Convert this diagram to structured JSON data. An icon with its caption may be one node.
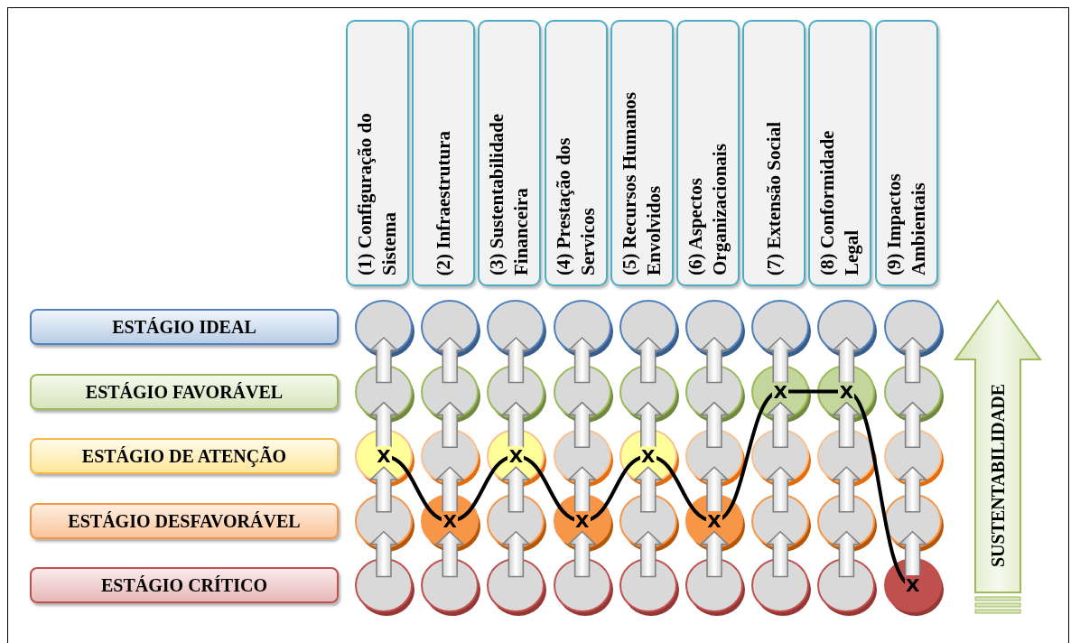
{
  "diagram": {
    "nodes": [
      {
        "text": [
          "(1) Configuração do Sistema"
        ]
      },
      {
        "text": [
          "(2) Infraestrutura"
        ]
      },
      {
        "text": [
          "(3) Sustentabilidade Financeira"
        ]
      },
      {
        "text": [
          "(4) Prestação dos Servicos"
        ]
      },
      {
        "text": [
          "(5) Recursos Humanos Envolvidos"
        ]
      },
      {
        "text": [
          "(6) Aspectos Organizacionais"
        ]
      },
      {
        "text": [
          "(7) Extensão Social"
        ]
      },
      {
        "text": [
          "(8) Conformidade Legal"
        ]
      },
      {
        "text": [
          "(9) Impactos Ambientais"
        ]
      },
      {
        "text": [
          "ESTÁGIO IDEAL"
        ]
      },
      {
        "text": [],
        "shape": "circle"
      },
      {
        "text": [],
        "shape": "circle"
      },
      {
        "text": [],
        "shape": "circle"
      },
      {
        "text": [],
        "shape": "circle"
      },
      {
        "text": [],
        "shape": "circle"
      },
      {
        "text": [],
        "shape": "circle"
      },
      {
        "text": [],
        "shape": "circle"
      },
      {
        "text": [],
        "shape": "circle"
      },
      {
        "text": [],
        "shape": "circle"
      },
      {
        "text": [
          "ESTÁGIO FAVORÁVEL"
        ]
      },
      {
        "text": [],
        "shape": "circle"
      },
      {
        "text": [],
        "shape": "circle"
      },
      {
        "text": [],
        "shape": "circle"
      },
      {
        "text": [],
        "shape": "circle"
      },
      {
        "text": [],
        "shape": "circle"
      },
      {
        "text": [],
        "shape": "circle"
      },
      {
        "text": [
          "X"
        ]
      },
      {
        "text": [
          "X"
        ]
      },
      {
        "text": [],
        "shape": "circle"
      },
      {
        "text": [
          "ESTÁGIO DE ATENÇÃO"
        ]
      },
      {
        "text": [
          "X"
        ]
      },
      {
        "text": [],
        "shape": "circle"
      },
      {
        "text": [
          "X"
        ]
      },
      {
        "text": [],
        "shape": "circle"
      },
      {
        "text": [
          "X"
        ]
      },
      {
        "text": [],
        "shape": "circle"
      },
      {
        "text": [],
        "shape": "circle"
      },
      {
        "text": [],
        "shape": "circle"
      },
      {
        "text": [],
        "shape": "circle"
      },
      {
        "text": [
          "ESTÁGIO DESFAVORÁVEL"
        ]
      },
      {
        "text": [],
        "shape": "circle"
      },
      {
        "text": [
          "X"
        ]
      },
      {
        "text": [],
        "shape": "circle"
      },
      {
        "text": [
          "X"
        ]
      },
      {
        "text": [],
        "shape": "circle"
      },
      {
        "text": [
          "X"
        ]
      },
      {
        "text": [],
        "shape": "circle"
      },
      {
        "text": [],
        "shape": "circle"
      },
      {
        "text": [],
        "shape": "circle"
      },
      {
        "text": [
          "ESTÁGIO CRÍTICO"
        ]
      },
      {
        "text": [],
        "shape": "circle"
      },
      {
        "text": [],
        "shape": "circle"
      },
      {
        "text": [],
        "shape": "circle"
      },
      {
        "text": [],
        "shape": "circle"
      },
      {
        "text": [],
        "shape": "circle"
      },
      {
        "text": [],
        "shape": "circle"
      },
      {
        "text": [],
        "shape": "circle"
      },
      {
        "text": [],
        "shape": "circle"
      },
      {
        "text": [
          "X"
        ]
      },
      {
        "text": [
          "SUSTENTABILIDADE"
        ]
      }
    ],
    "edges": [
      {
        "from": 20,
        "to": 10,
        "arrow": "to"
      },
      {
        "from": 21,
        "to": 11,
        "arrow": "to"
      },
      {
        "from": 22,
        "to": 12,
        "arrow": "to"
      },
      {
        "from": 23,
        "to": 13,
        "arrow": "to"
      },
      {
        "from": 24,
        "to": 14,
        "arrow": "to"
      },
      {
        "from": 25,
        "to": 15,
        "arrow": "to"
      },
      {
        "from": 26,
        "to": 16,
        "arrow": "to"
      },
      {
        "from": 27,
        "to": 17,
        "arrow": "to"
      },
      {
        "from": 28,
        "to": 18,
        "arrow": "to"
      },
      {
        "from": 30,
        "to": 20,
        "arrow": "to"
      },
      {
        "from": 31,
        "to": 21,
        "arrow": "to"
      },
      {
        "from": 32,
        "to": 22,
        "arrow": "to"
      },
      {
        "from": 33,
        "to": 23,
        "arrow": "to"
      },
      {
        "from": 34,
        "to": 24,
        "arrow": "to"
      },
      {
        "from": 35,
        "to": 25,
        "arrow": "to"
      },
      {
        "from": 36,
        "to": 26,
        "arrow": "to"
      },
      {
        "from": 37,
        "to": 27,
        "arrow": "to"
      },
      {
        "from": 38,
        "to": 28,
        "arrow": "to"
      },
      {
        "from": 40,
        "to": 30,
        "arrow": "to"
      },
      {
        "from": 41,
        "to": 31,
        "arrow": "to"
      },
      {
        "from": 42,
        "to": 32,
        "arrow": "to"
      },
      {
        "from": 43,
        "to": 33,
        "arrow": "to"
      },
      {
        "from": 44,
        "to": 34,
        "arrow": "to"
      },
      {
        "from": 45,
        "to": 35,
        "arrow": "to"
      },
      {
        "from": 46,
        "to": 36,
        "arrow": "to"
      },
      {
        "from": 47,
        "to": 37,
        "arrow": "to"
      },
      {
        "from": 48,
        "to": 38,
        "arrow": "to"
      },
      {
        "from": 50,
        "to": 40,
        "arrow": "to"
      },
      {
        "from": 51,
        "to": 41,
        "arrow": "to"
      },
      {
        "from": 52,
        "to": 42,
        "arrow": "to"
      },
      {
        "from": 53,
        "to": 43,
        "arrow": "to"
      },
      {
        "from": 54,
        "to": 44,
        "arrow": "to"
      },
      {
        "from": 55,
        "to": 45,
        "arrow": "to"
      },
      {
        "from": 56,
        "to": 46,
        "arrow": "to"
      },
      {
        "from": 57,
        "to": 47,
        "arrow": "to"
      },
      {
        "from": 58,
        "to": 48,
        "arrow": "to"
      },
      {
        "from": 30,
        "to": 41,
        "arrow": "none",
        "color": "#000000"
      },
      {
        "from": 41,
        "to": 32,
        "arrow": "none",
        "color": "#000000"
      },
      {
        "from": 32,
        "to": 43,
        "arrow": "none",
        "color": "#000000"
      },
      {
        "from": 43,
        "to": 34,
        "arrow": "none",
        "color": "#000000"
      },
      {
        "from": 34,
        "to": 45,
        "arrow": "none",
        "color": "#000000"
      },
      {
        "from": 45,
        "to": 26,
        "arrow": "none",
        "color": "#000000"
      },
      {
        "from": 26,
        "to": 27,
        "arrow": "none",
        "color": "#000000"
      },
      {
        "from": 27,
        "to": 58,
        "arrow": "none",
        "color": "#000000"
      }
    ]
  }
}
